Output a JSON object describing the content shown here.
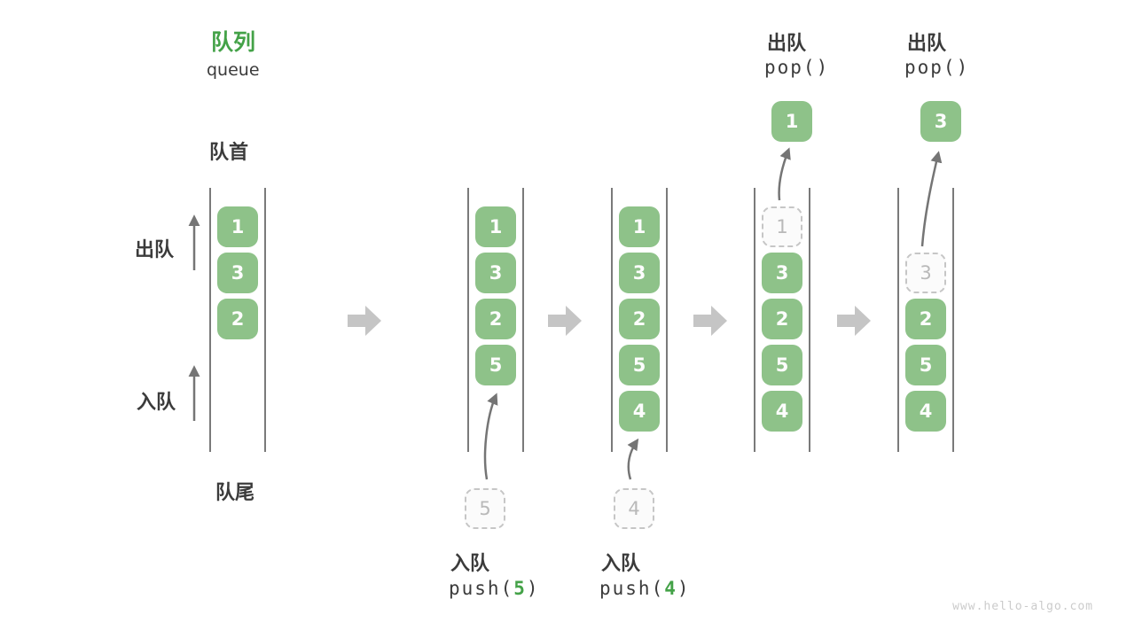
{
  "title": {
    "zh": "队列",
    "en": "queue"
  },
  "labels": {
    "front": "队首",
    "rear": "队尾",
    "dequeue": "出队",
    "enqueue": "入队"
  },
  "operations": {
    "push5": {
      "label": "入队",
      "code_prefix": "push(",
      "arg": "5",
      "code_suffix": ")"
    },
    "push4": {
      "label": "入队",
      "code_prefix": "push(",
      "arg": "4",
      "code_suffix": ")"
    },
    "pop1": {
      "label": "出队",
      "code": "pop()"
    },
    "pop2": {
      "label": "出队",
      "code": "pop()"
    }
  },
  "queues": [
    {
      "slots": [
        {
          "value": "1"
        },
        {
          "value": "3"
        },
        {
          "value": "2"
        }
      ]
    },
    {
      "slots": [
        {
          "value": "1"
        },
        {
          "value": "3"
        },
        {
          "value": "2"
        },
        {
          "value": "5"
        }
      ],
      "incoming": "5"
    },
    {
      "slots": [
        {
          "value": "1"
        },
        {
          "value": "3"
        },
        {
          "value": "2"
        },
        {
          "value": "5"
        },
        {
          "value": "4"
        }
      ],
      "incoming": "4"
    },
    {
      "slots": [
        {
          "value": "1",
          "removed": true
        },
        {
          "value": "3"
        },
        {
          "value": "2"
        },
        {
          "value": "5"
        },
        {
          "value": "4"
        }
      ],
      "popped": "1"
    },
    {
      "slots": [
        {
          "value": "3",
          "removed": true
        },
        {
          "value": "2"
        },
        {
          "value": "5"
        },
        {
          "value": "4"
        }
      ],
      "popped": "3"
    }
  ],
  "watermark": "www.hello-algo.com",
  "colors": {
    "accent_green": "#44a248",
    "box_green": "#8ec289",
    "dashed_border_gray": "#c6c6c6",
    "text_dark": "#3b3b3b",
    "thin_arrow_gray": "#757575",
    "block_arrow_gray": "#c5c5c5",
    "wall_line_gray": "#4f4f4f",
    "watermark_gray": "#cbcbcb"
  }
}
